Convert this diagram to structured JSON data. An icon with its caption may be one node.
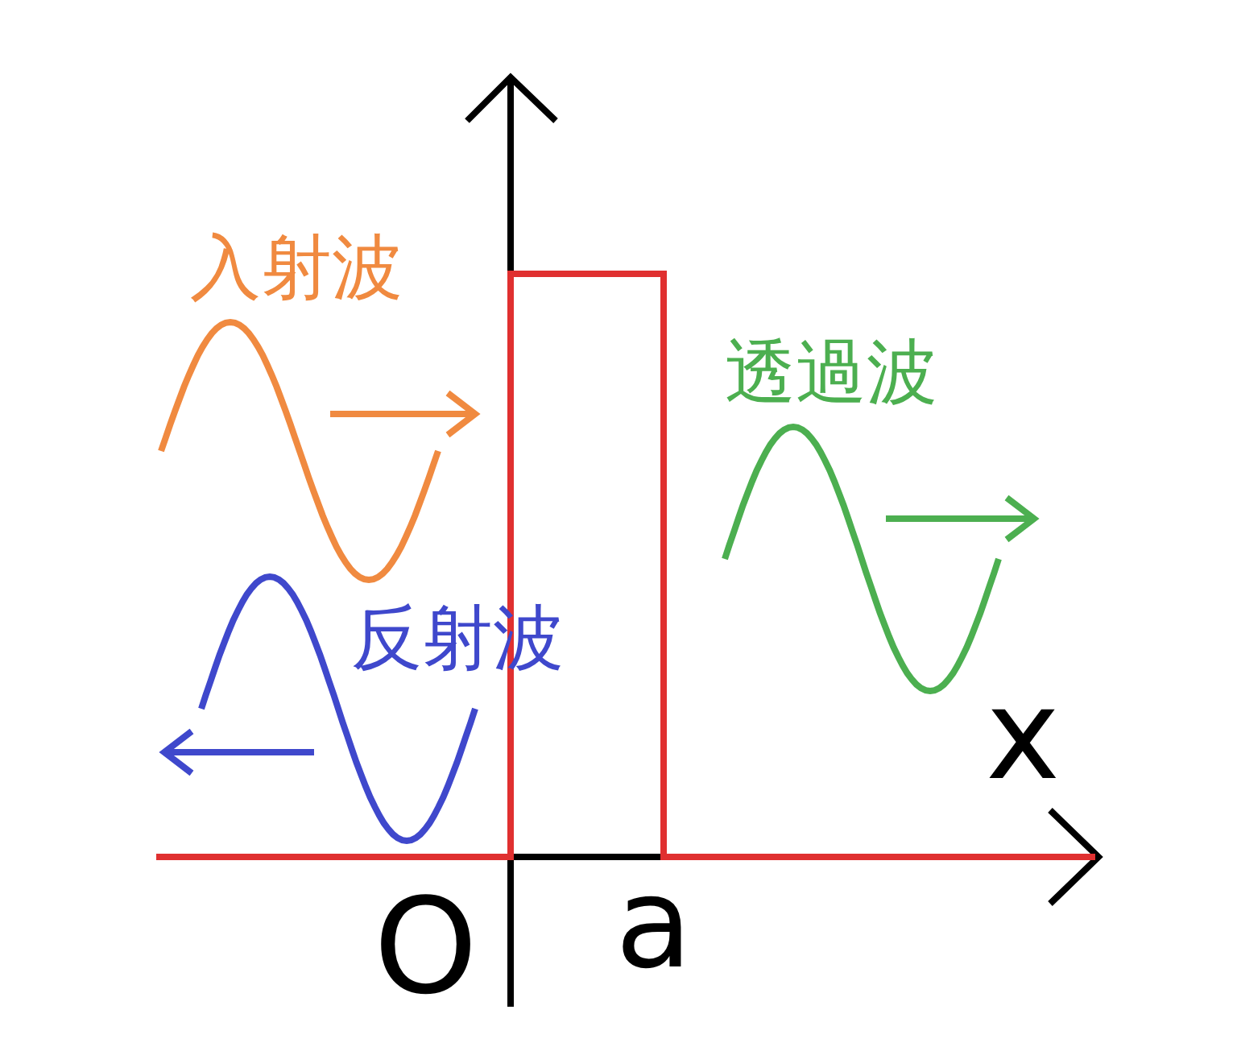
{
  "diagram": {
    "labels": [
      "入射波",
      "透過波",
      "反射波",
      "x",
      "O",
      "a"
    ]
  }
}
